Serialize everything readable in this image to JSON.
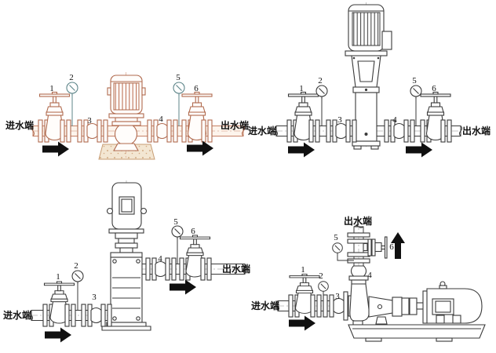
{
  "colors": {
    "background": "#ffffff",
    "diagram1_line": "#b06a4e",
    "diagram1_pipe": "#c68165",
    "diagram1_gauge_line": "#5d8589",
    "black_diagram_line": "#3a3a3a",
    "flow_arrow": "#101010"
  },
  "diagrams": [
    {
      "inlet_label": "进水端",
      "outlet_label": "出水端",
      "part_numbers": [
        "1",
        "2",
        "3",
        "4",
        "5",
        "6"
      ]
    },
    {
      "inlet_label": "进水端",
      "outlet_label": "出水端",
      "part_numbers": [
        "1",
        "2",
        "3",
        "4",
        "5",
        "6"
      ]
    },
    {
      "inlet_label": "进水端",
      "outlet_label": "出水端",
      "part_numbers": [
        "1",
        "2",
        "3",
        "4",
        "5",
        "6"
      ]
    },
    {
      "inlet_label": "进水端",
      "outlet_label": "出水端",
      "part_numbers": [
        "1",
        "2",
        "3",
        "4",
        "5",
        "6"
      ]
    }
  ]
}
